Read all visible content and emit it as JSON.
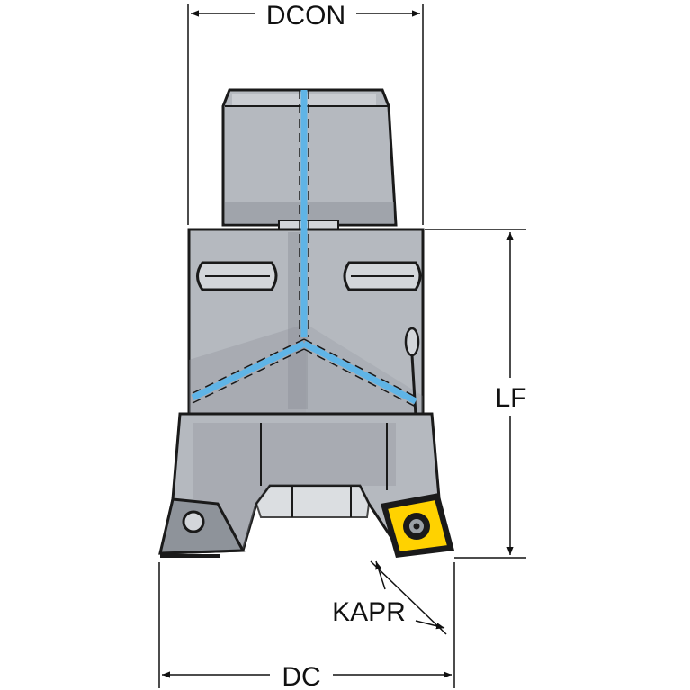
{
  "labels": {
    "dcon": "DCON",
    "lf": "LF",
    "kapr": "KAPR",
    "dc": "DC"
  },
  "colors": {
    "body": "#b5b9bf",
    "body_dark": "#8e939a",
    "body_light": "#d3d6da",
    "outline": "#1a1a1a",
    "coolant": "#5fb4e6",
    "insert": "#ffd200",
    "dimension": "#111111"
  },
  "icons": {
    "arrow": "arrowhead",
    "insert": "square-insert-with-screw"
  }
}
